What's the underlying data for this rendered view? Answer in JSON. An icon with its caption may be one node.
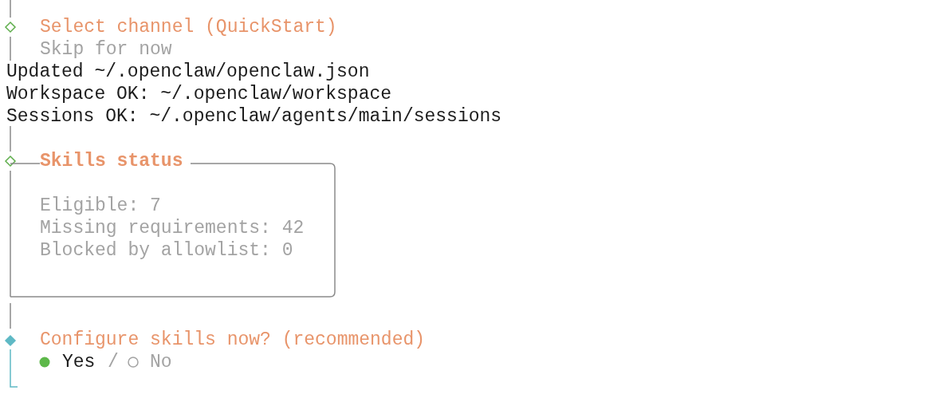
{
  "diagram": {
    "nodes": [
      {
        "text": [
          "Skills status",
          "Eligible: 7",
          "Missing requirements: 42",
          "Blocked by allowlist: 0"
        ]
      }
    ],
    "labels": [
      "Select channel (QuickStart)",
      "Skip for now",
      "Updated ~/.openclaw/openclaw.json",
      "Workspace OK: ~/.openclaw/workspace",
      "Sessions OK: ~/.openclaw/agents/main/sessions",
      "Configure skills now? (recommended)",
      "Yes",
      "/",
      "No"
    ]
  }
}
